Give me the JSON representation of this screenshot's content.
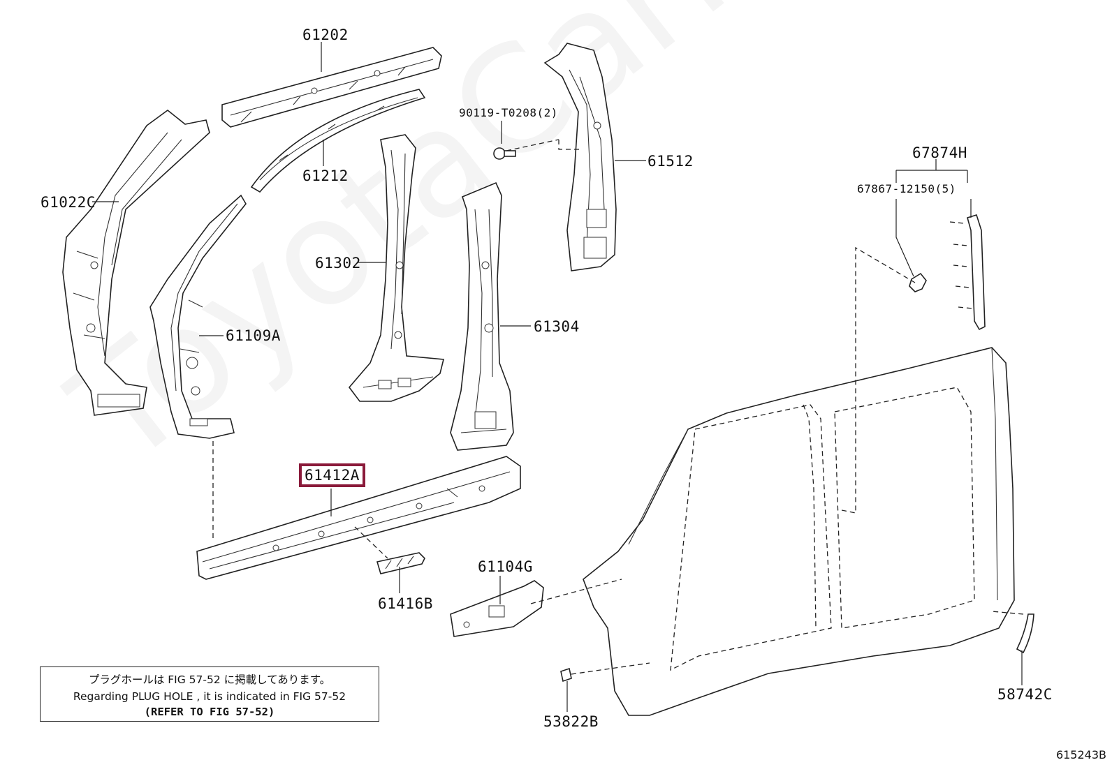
{
  "watermark": "ToyotaCarMine.ru",
  "figure_id": "615243B",
  "highlight_color": "#8a1a3a",
  "parts": {
    "p61202": "61202",
    "p61212": "61212",
    "p61022C": "61022C",
    "p61109A": "61109A",
    "p61302": "61302",
    "p61304": "61304",
    "p90119": "90119-T0208(2)",
    "p61512": "61512",
    "p67874H": "67874H",
    "p67867": "67867-12150(5)",
    "p61412A": "61412A",
    "p61416B": "61416B",
    "p61104G": "61104G",
    "p53822B": "53822B",
    "p58742C": "58742C"
  },
  "note": {
    "line1": "プラグホールは FIG 57-52 に掲載してあります。",
    "line2": "Regarding PLUG HOLE , it is indicated in FIG 57-52",
    "line3": "(REFER TO FIG 57-52)"
  }
}
